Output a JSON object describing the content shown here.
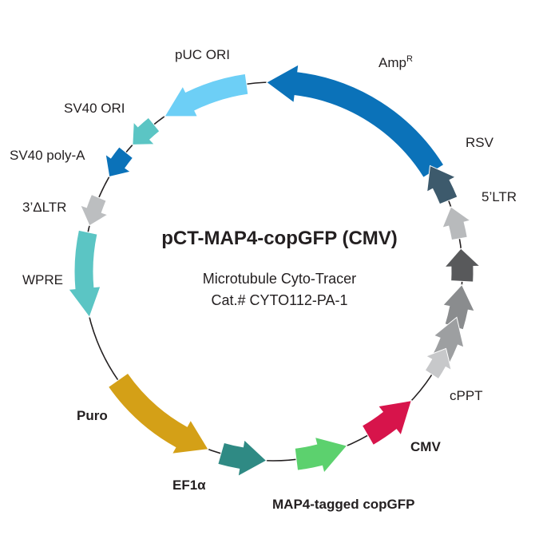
{
  "plasmid": {
    "name": "pCT-MAP4-copGFP (CMV)",
    "description": "Microtubule Cyto-Tracer",
    "catalog": "Cat.# CYTO112-PA-1"
  },
  "features": [
    {
      "id": "amp",
      "label": "Amp",
      "sup": "R",
      "color": "#0b72b9",
      "bold": false
    },
    {
      "id": "rsv",
      "label": "RSV",
      "color": "#3d5a6c",
      "bold": false
    },
    {
      "id": "ltr5",
      "label": "5’LTR",
      "color": "#b8babc",
      "bold": false
    },
    {
      "id": "dark",
      "label": "",
      "color": "#58595b",
      "bold": false
    },
    {
      "id": "gray1",
      "label": "",
      "color": "#8a8c8e",
      "bold": false
    },
    {
      "id": "gray2",
      "label": "",
      "color": "#9d9fa1",
      "bold": false
    },
    {
      "id": "cppt",
      "label": "cPPT",
      "color": "#c7c8ca",
      "bold": false
    },
    {
      "id": "cmv",
      "label": "CMV",
      "color": "#d7144b",
      "bold": true
    },
    {
      "id": "map4",
      "label": "MAP4-tagged copGFP",
      "color": "#5cd16e",
      "bold": true
    },
    {
      "id": "ef1a",
      "label": "EF1α",
      "color": "#2f8a84",
      "bold": true
    },
    {
      "id": "puro",
      "label": "Puro",
      "color": "#d4a017",
      "bold": true
    },
    {
      "id": "wpre",
      "label": "WPRE",
      "color": "#5bc5c4",
      "bold": false
    },
    {
      "id": "ltr3",
      "label": "3’ΔLTR",
      "color": "#bcbec0",
      "bold": false
    },
    {
      "id": "polya",
      "label": "SV40 poly-A",
      "color": "#0b72b9",
      "bold": false
    },
    {
      "id": "sv40",
      "label": "SV40 ORI",
      "color": "#5bc5c4",
      "bold": false
    },
    {
      "id": "puc",
      "label": "pUC ORI",
      "color": "#6dcff6",
      "bold": false
    }
  ]
}
